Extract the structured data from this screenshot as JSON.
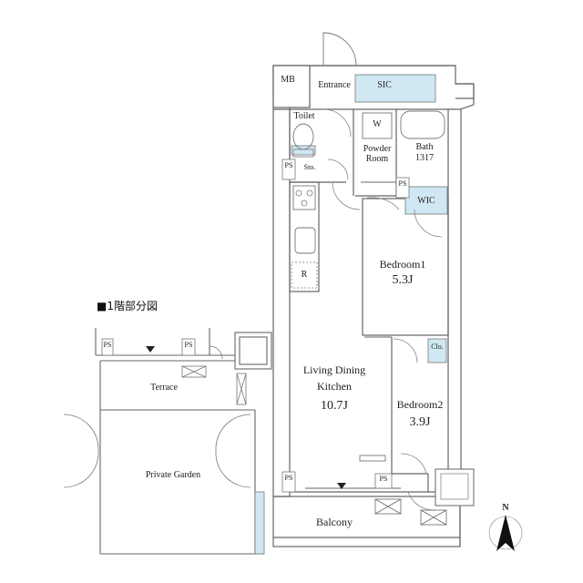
{
  "rooms": {
    "mb": "MB",
    "entrance": "Entrance",
    "sic": "SIC",
    "toilet": "Toilet",
    "washer": "W",
    "powder_room": "Powder\nRoom",
    "bath": "Bath",
    "bath_size": "1317",
    "ps": "PS",
    "storage": "Sto.",
    "wic": "WIC",
    "bedroom1": "Bedroom1",
    "bedroom1_size": "5.3J",
    "fridge": "R",
    "ldk_line1": "Living Dining",
    "ldk_line2": "Kitchen",
    "ldk_size": "10.7J",
    "closet": "Clo.",
    "bedroom2": "Bedroom2",
    "bedroom2_size": "3.9J",
    "balcony": "Balcony"
  },
  "first_floor": {
    "heading": "■1階部分図",
    "terrace": "Terrace",
    "private_garden": "Private Garden"
  },
  "compass": {
    "north": "N"
  },
  "colors": {
    "wall": "#6f6f6f",
    "line": "#555555",
    "storage_blue": "#cfe8f3",
    "garden_strip": "#cfe8f3"
  }
}
